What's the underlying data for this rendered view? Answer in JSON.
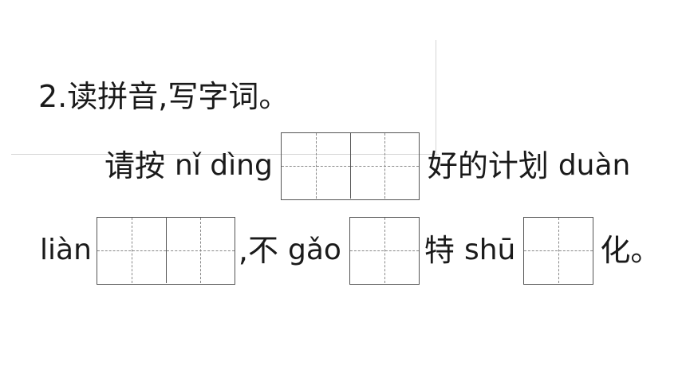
{
  "title": "2.读拼音,写字词。",
  "line1": {
    "t1": "请按",
    "p1": "nǐ dìng",
    "t2": "好的计划",
    "p2": "duàn"
  },
  "line2": {
    "p1": "liàn",
    "t1": ",不",
    "p2": "gǎo",
    "t2": "特",
    "p3": "shū",
    "t3": "化。"
  }
}
